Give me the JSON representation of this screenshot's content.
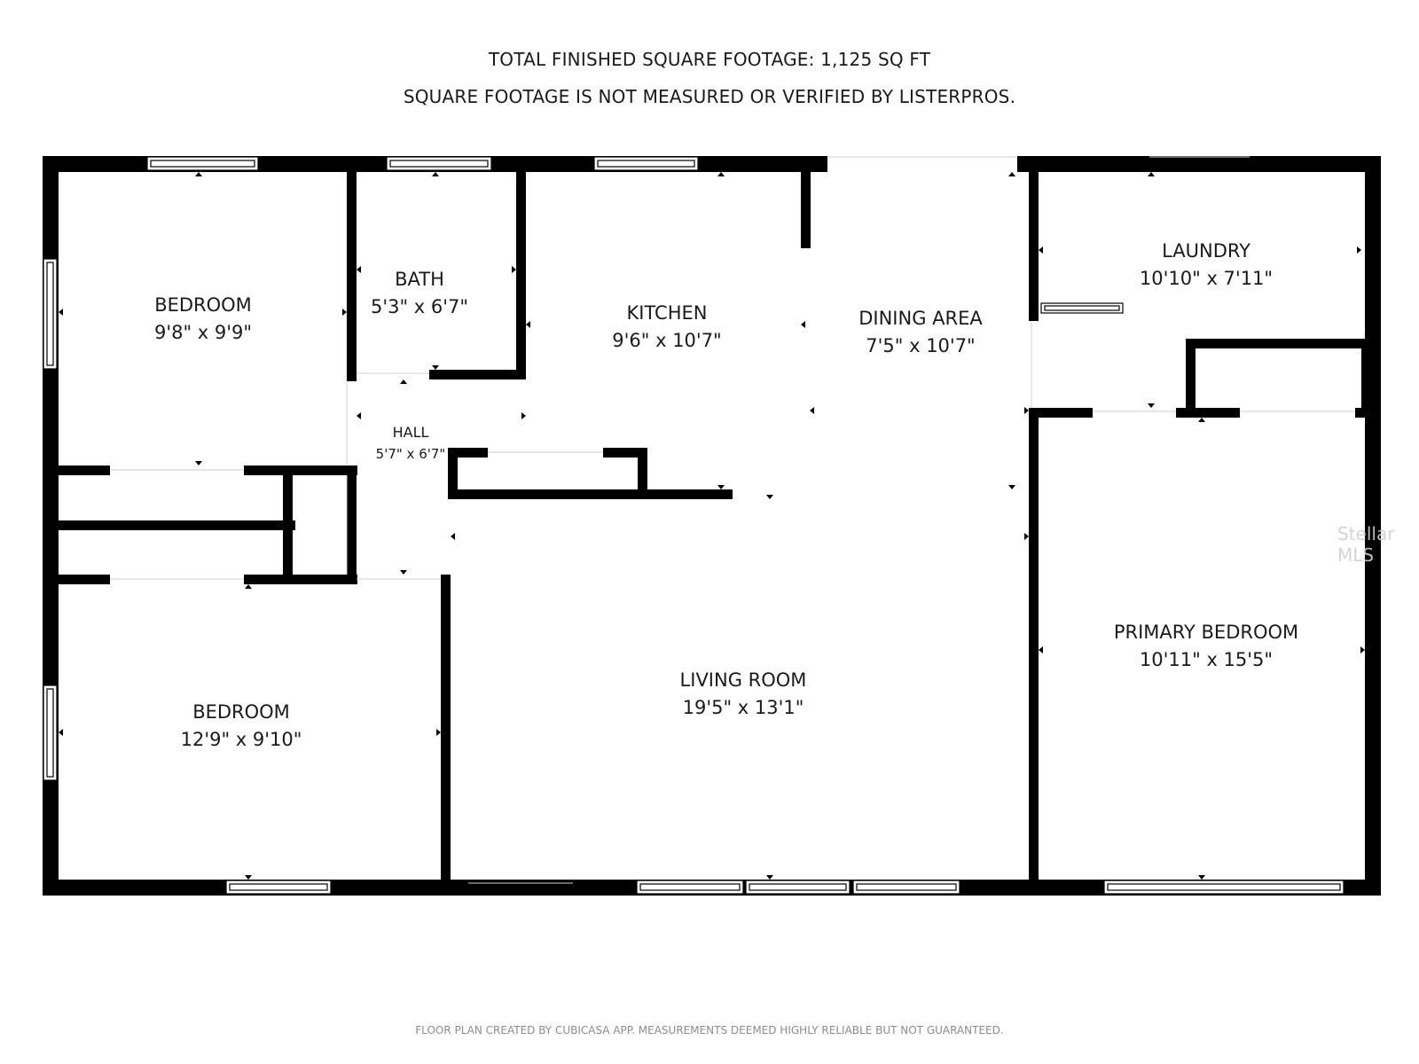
{
  "header": {
    "line1": "TOTAL FINISHED SQUARE FOOTAGE: 1,125 SQ FT",
    "line2": "SQUARE FOOTAGE IS NOT MEASURED OR VERIFIED BY LISTERPROS."
  },
  "rooms": {
    "bedroom1": {
      "name": "BEDROOM",
      "dims": "9'8\" x 9'9\""
    },
    "bath": {
      "name": "BATH",
      "dims": "5'3\" x 6'7\""
    },
    "kitchen": {
      "name": "KITCHEN",
      "dims": "9'6\" x 10'7\""
    },
    "dining": {
      "name": "DINING AREA",
      "dims": "7'5\" x 10'7\""
    },
    "laundry": {
      "name": "LAUNDRY",
      "dims": "10'10\" x 7'11\""
    },
    "hall": {
      "name": "HALL",
      "dims": "5'7\" x 6'7\""
    },
    "living": {
      "name": "LIVING ROOM",
      "dims": "19'5\" x 13'1\""
    },
    "primary": {
      "name": "PRIMARY BEDROOM",
      "dims": "10'11\" x 15'5\""
    },
    "bedroom2": {
      "name": "BEDROOM",
      "dims": "12'9\" x 9'10\""
    }
  },
  "watermark": "Stellar MLS",
  "footer": "FLOOR PLAN CREATED BY CUBICASA APP. MEASUREMENTS DEEMED HIGHLY RELIABLE BUT NOT GUARANTEED.",
  "colors": {
    "wall": "#000000",
    "window": "#ffffff",
    "text": "#1a1a1a"
  }
}
